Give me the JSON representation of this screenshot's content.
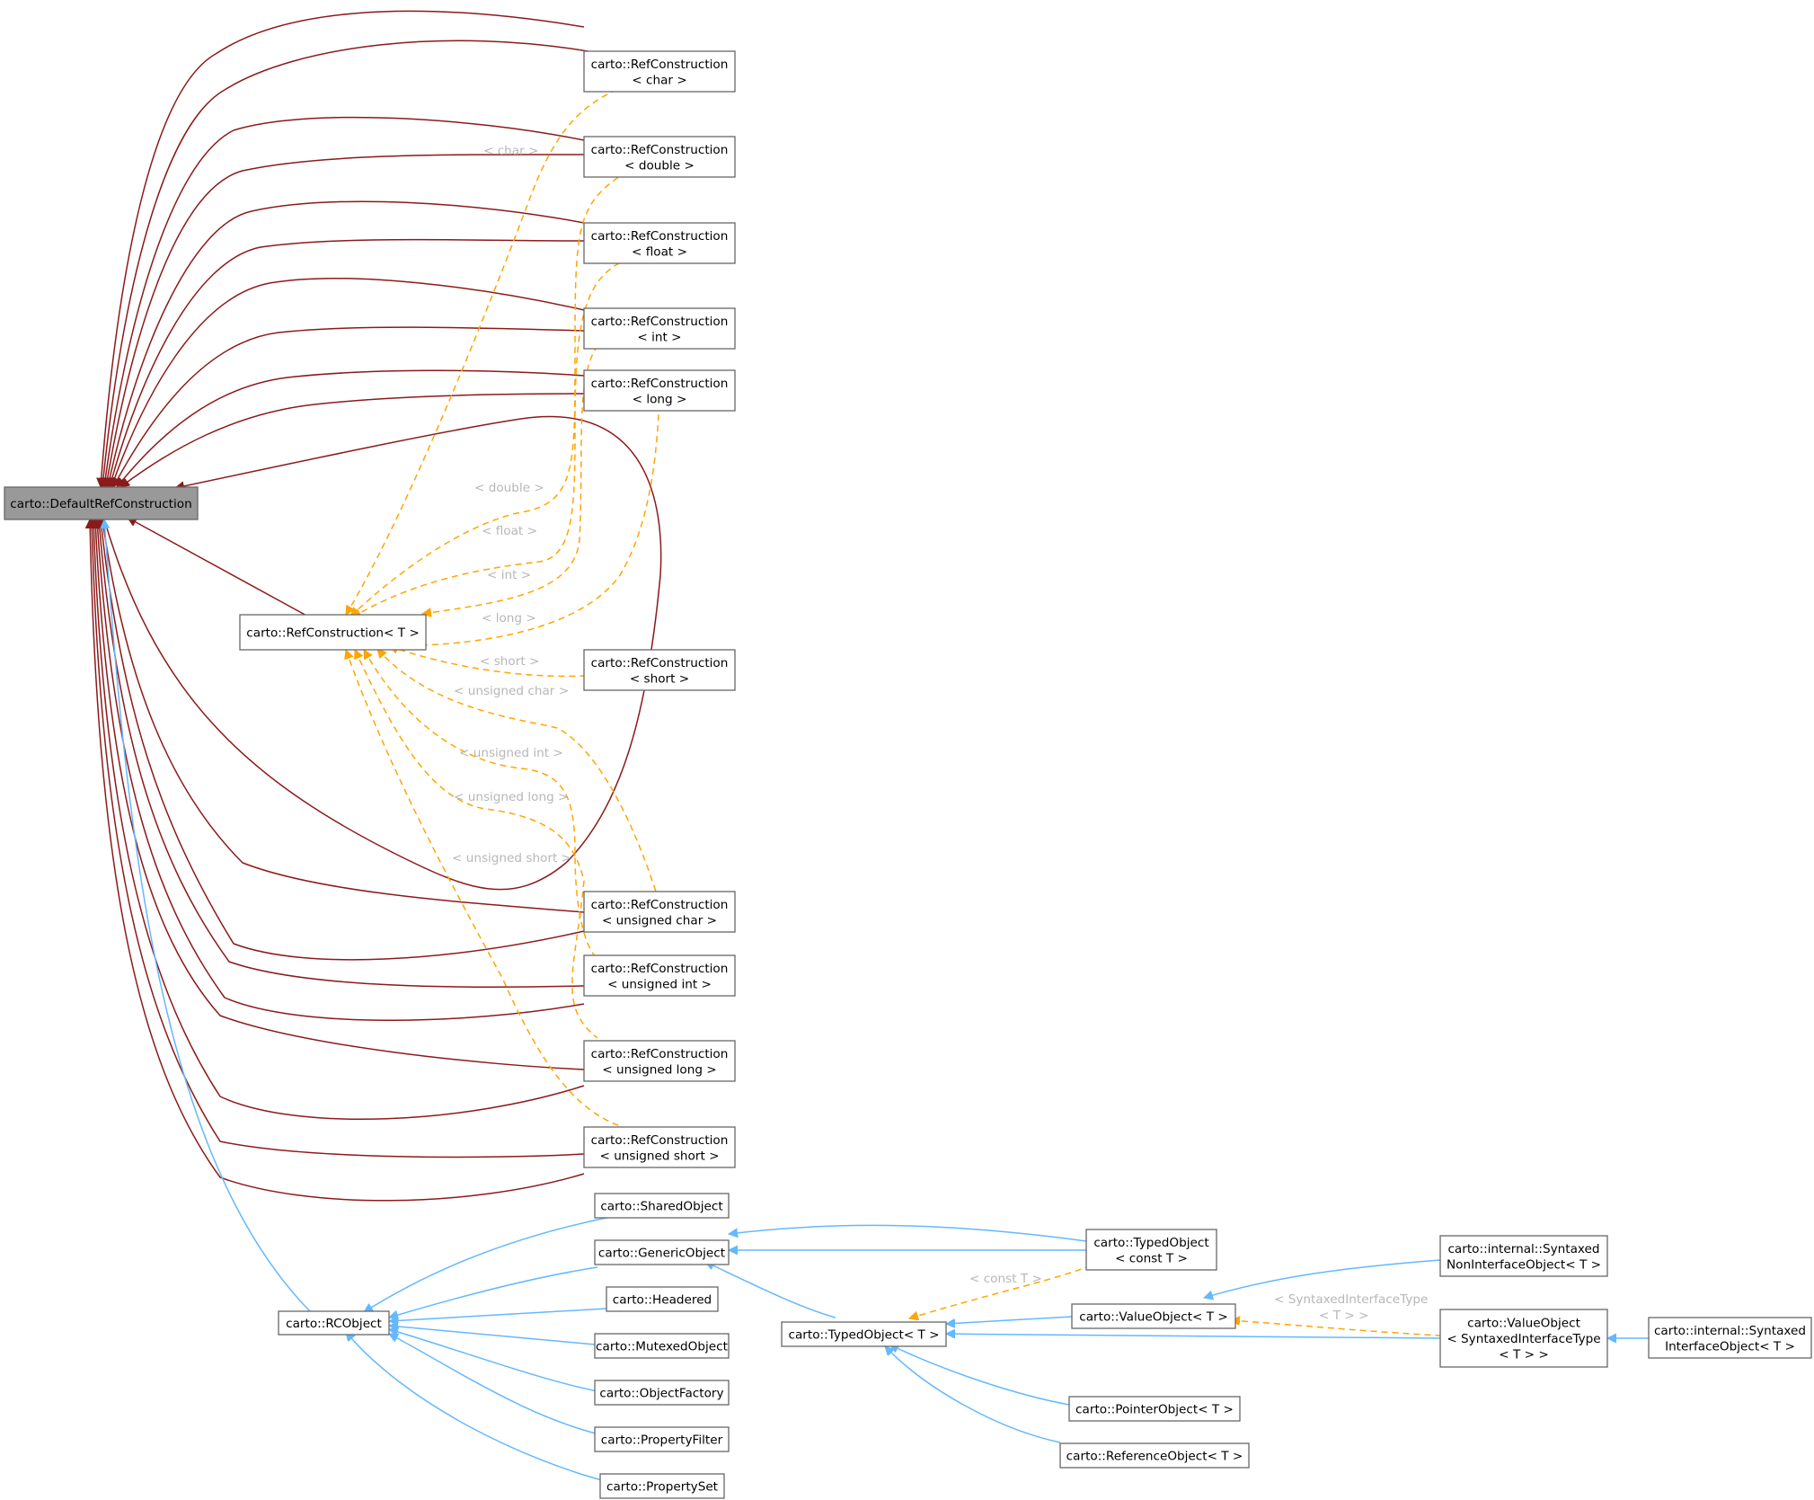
{
  "nodes": {
    "default_ref": [
      "carto::DefaultRefConstruction"
    ],
    "ref_t": [
      "carto::RefConstruction< T >"
    ],
    "rc_char": [
      "carto::RefConstruction",
      "< char >"
    ],
    "rc_double": [
      "carto::RefConstruction",
      "< double >"
    ],
    "rc_float": [
      "carto::RefConstruction",
      "< float >"
    ],
    "rc_int": [
      "carto::RefConstruction",
      "< int >"
    ],
    "rc_long": [
      "carto::RefConstruction",
      "< long >"
    ],
    "rc_short": [
      "carto::RefConstruction",
      "< short >"
    ],
    "rc_uchar": [
      "carto::RefConstruction",
      "< unsigned char >"
    ],
    "rc_uint": [
      "carto::RefConstruction",
      "< unsigned int >"
    ],
    "rc_ulong": [
      "carto::RefConstruction",
      "< unsigned long >"
    ],
    "rc_ushort": [
      "carto::RefConstruction",
      "< unsigned short >"
    ],
    "rcobject": [
      "carto::RCObject"
    ],
    "shared": [
      "carto::SharedObject"
    ],
    "generic": [
      "carto::GenericObject"
    ],
    "headered": [
      "carto::Headered"
    ],
    "mutexed": [
      "carto::MutexedObject"
    ],
    "factory": [
      "carto::ObjectFactory"
    ],
    "propfilter": [
      "carto::PropertyFilter"
    ],
    "propset": [
      "carto::PropertySet"
    ],
    "typed_t": [
      "carto::TypedObject< T >"
    ],
    "typed_const": [
      "carto::TypedObject",
      "< const T >"
    ],
    "value_t": [
      "carto::ValueObject< T >"
    ],
    "pointer_t": [
      "carto::PointerObject< T >"
    ],
    "reference_t": [
      "carto::ReferenceObject< T >"
    ],
    "synt_noninterface": [
      "carto::internal::Syntaxed",
      "NonInterfaceObject< T >"
    ],
    "value_synt": [
      "carto::ValueObject",
      "< SyntaxedInterfaceType",
      "< T > >"
    ],
    "synt_interface": [
      "carto::internal::Syntaxed",
      "InterfaceObject< T >"
    ]
  },
  "edge_labels": {
    "char": "< char >",
    "double": "< double >",
    "float": "< float >",
    "int": "< int >",
    "long": "< long >",
    "short": "< short >",
    "uchar": "< unsigned char >",
    "uint": "< unsigned int >",
    "ulong": "< unsigned long >",
    "ushort": "< unsigned short >",
    "const_t": "< const T >",
    "synt_1": "< SyntaxedInterfaceType",
    "synt_2": "< T > >"
  },
  "colors": {
    "public_inheritance": "#63b8ff",
    "protected_inheritance": "#8b1a1a",
    "template_instance": "#ffa500",
    "root_fill": "#999999",
    "edge_label": "#b7b7b7"
  }
}
